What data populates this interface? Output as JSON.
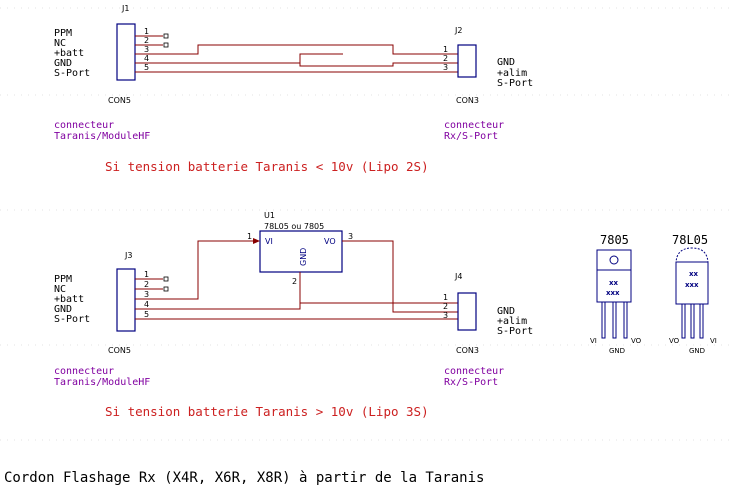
{
  "colors": {
    "wire": "#880000",
    "body": "#000080",
    "text": "#000000",
    "note": "#8000a0",
    "title": "#cc2020",
    "grid": "#c8c8c8"
  },
  "top": {
    "j1_ref": "J1",
    "j1_value": "CON5",
    "j1_pins": [
      "1",
      "2",
      "3",
      "4",
      "5"
    ],
    "j1_signals": [
      "PPM",
      "NC",
      "+batt",
      "GND",
      "S-Port"
    ],
    "j1_note": [
      "connecteur",
      "Taranis/ModuleHF"
    ],
    "j2_ref": "J2",
    "j2_value": "CON3",
    "j2_pins": [
      "1",
      "2",
      "3"
    ],
    "j2_signals": [
      "GND",
      "+alim",
      "S-Port"
    ],
    "j2_note": [
      "connecteur",
      "Rx/S-Port"
    ],
    "caption": "Si tension batterie Taranis < 10v (Lipo 2S)"
  },
  "bottom": {
    "u1_ref": "U1",
    "u1_value": "78L05 ou 7805",
    "u1_vi": "VI",
    "u1_vo": "VO",
    "u1_gnd": "GND",
    "u1_pin_in": "1",
    "u1_pin_gnd": "2",
    "u1_pin_out": "3",
    "j3_ref": "J3",
    "j3_value": "CON5",
    "j3_pins": [
      "1",
      "2",
      "3",
      "4",
      "5"
    ],
    "j3_signals": [
      "PPM",
      "NC",
      "+batt",
      "GND",
      "S-Port"
    ],
    "j3_note": [
      "connecteur",
      "Taranis/ModuleHF"
    ],
    "j4_ref": "J4",
    "j4_value": "CON3",
    "j4_pins": [
      "1",
      "2",
      "3"
    ],
    "j4_signals": [
      "GND",
      "+alim",
      "S-Port"
    ],
    "j4_note": [
      "connecteur",
      "Rx/S-Port"
    ],
    "caption": "Si tension batterie Taranis > 10v (Lipo 3S)"
  },
  "packages": {
    "p7805_name": "7805",
    "p7805_mark1": "xx",
    "p7805_mark2": "xxx",
    "p7805_pins": [
      "VI",
      "GND",
      "VO"
    ],
    "p78l05_name": "78L05",
    "p78l05_mark1": "xx",
    "p78l05_mark2": "xxx",
    "p78l05_pins": [
      "VO",
      "GND",
      "VI"
    ]
  },
  "footer_title": "Cordon Flashage Rx (X4R, X6R, X8R) à partir de la Taranis"
}
